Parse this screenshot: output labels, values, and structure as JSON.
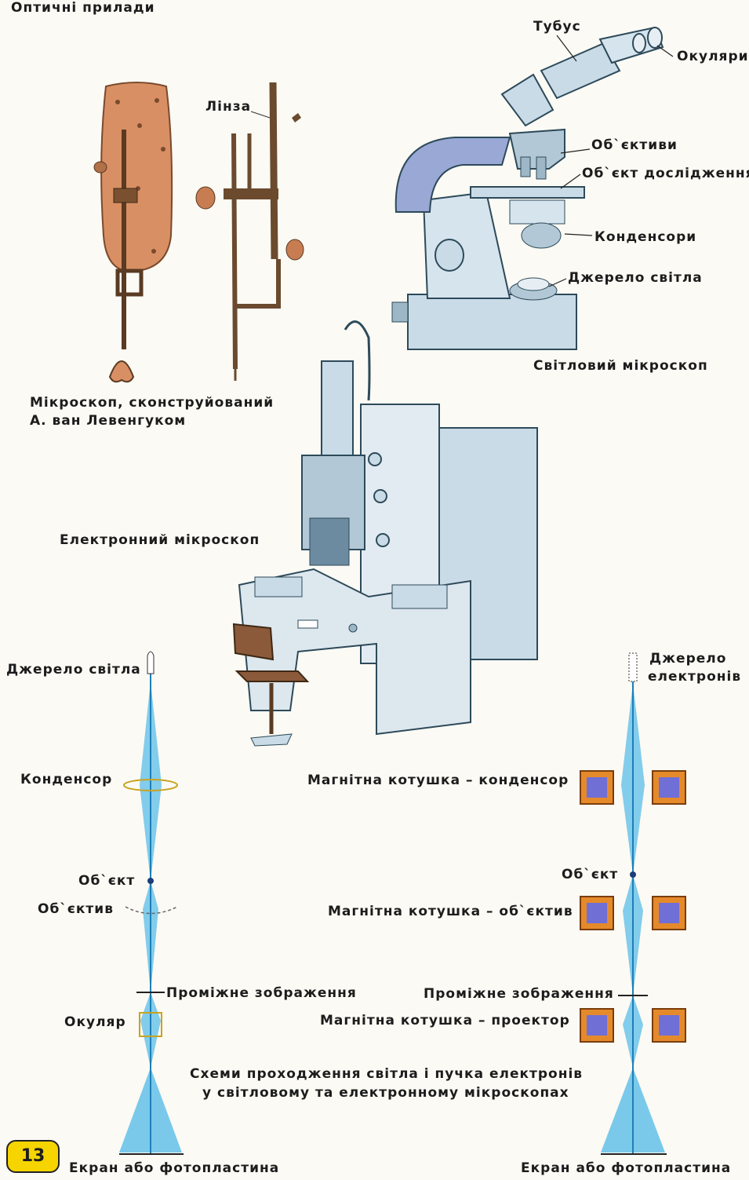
{
  "header": {
    "title": "Оптичні прилади"
  },
  "leeuwenhoek": {
    "lens_label": "Лінза",
    "caption_line1": "Мікроскоп, сконструйований",
    "caption_line2": "А. ван Левенгуком"
  },
  "light_microscope": {
    "tube_label": "Тубус",
    "eyepieces_label": "Окуляри",
    "objectives_label": "Об`єктиви",
    "specimen_label": "Об`єкт дослідження",
    "condensers_label": "Конденсори",
    "light_source_label": "Джерело світла",
    "caption": "Світловий мікроскоп"
  },
  "electron_microscope": {
    "caption": "Електронний мікроскоп"
  },
  "light_scheme": {
    "source": "Джерело світла",
    "condenser": "Конденсор",
    "object": "Об`єкт",
    "objective": "Об`єктив",
    "intermediate": "Проміжне зображення",
    "eyepiece": "Окуляр",
    "screen": "Екран або фотопластина"
  },
  "electron_scheme": {
    "source_line1": "Джерело",
    "source_line2": "електронів",
    "coil_condenser": "Магнітна котушка – конденсор",
    "object": "Об`єкт",
    "coil_objective": "Магнітна котушка – об`єктив",
    "intermediate": "Проміжне зображення",
    "coil_projector": "Магнітна котушка – проектор",
    "screen": "Екран або фотопластина"
  },
  "schemes_caption": {
    "line1": "Схеми проходження світла  і пучка електронів",
    "line2": "у світловому та електронному мікроскопах"
  },
  "page_number": "13",
  "colors": {
    "beam": "#6cc3ea",
    "beam_dark": "#1d7fb8",
    "coil_outer": "#e58a2b",
    "coil_inner": "#6f6fd6",
    "wood": "#d98f64",
    "metal": "#c9dbe6",
    "page_badge": "#f5d400"
  }
}
